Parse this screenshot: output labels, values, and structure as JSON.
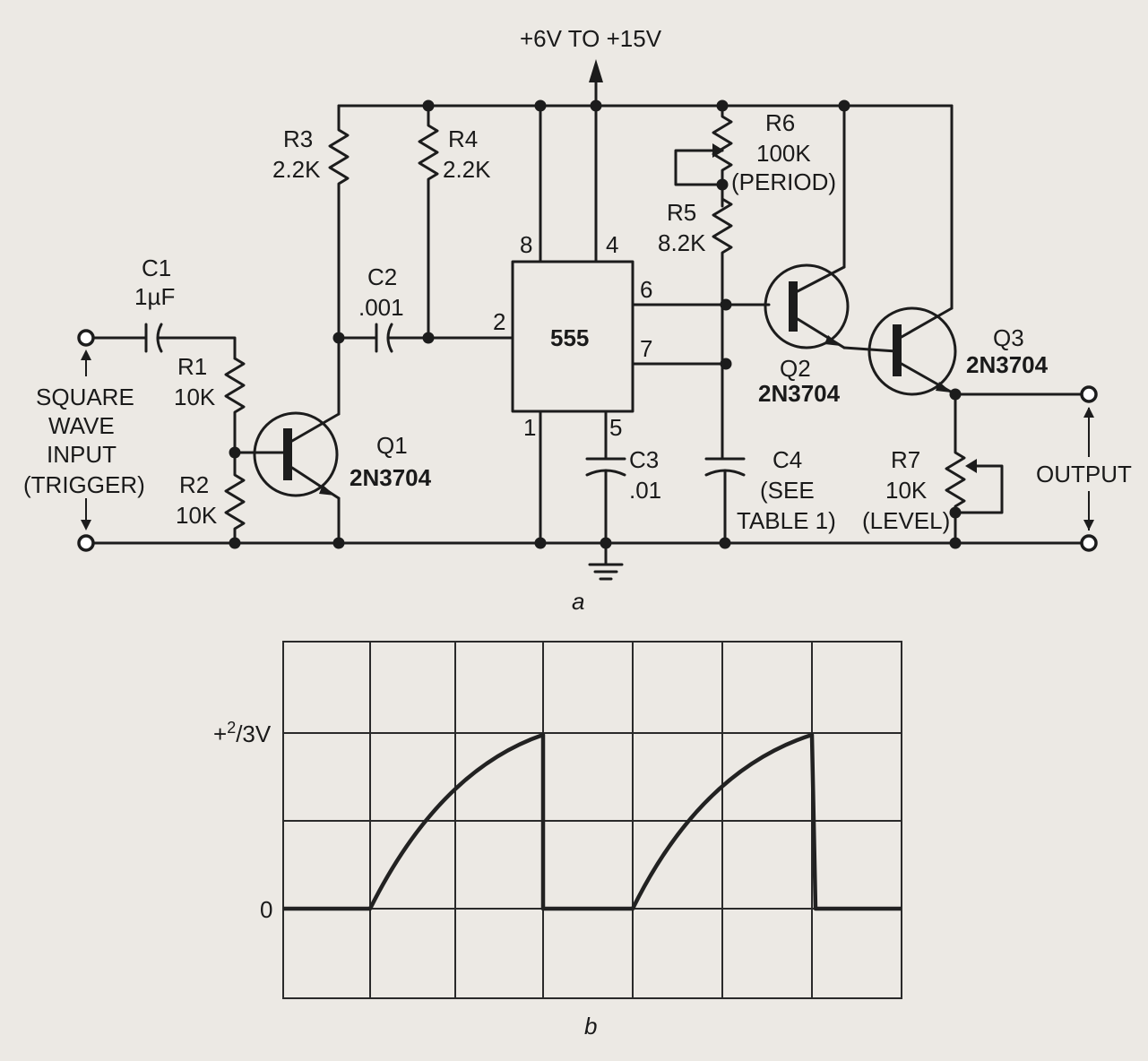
{
  "figure_a": {
    "supply": "+6V TO +15V",
    "caption": "a",
    "c1": {
      "name": "C1",
      "value": "1µF"
    },
    "c2": {
      "name": "C2",
      "value": ".001"
    },
    "c3": {
      "name": "C3",
      "value": ".01"
    },
    "c4": {
      "name": "C4",
      "value_l1": "(SEE",
      "value_l2": "TABLE 1)"
    },
    "r1": {
      "name": "R1",
      "value": "10K"
    },
    "r2": {
      "name": "R2",
      "value": "10K"
    },
    "r3": {
      "name": "R3",
      "value": "2.2K"
    },
    "r4": {
      "name": "R4",
      "value": "2.2K"
    },
    "r5": {
      "name": "R5",
      "value": "8.2K"
    },
    "r6": {
      "name": "R6",
      "value": "100K",
      "note": "(PERIOD)"
    },
    "r7": {
      "name": "R7",
      "value": "10K",
      "note": "(LEVEL)"
    },
    "q1": {
      "name": "Q1",
      "part": "2N3704"
    },
    "q2": {
      "name": "Q2",
      "part": "2N3704"
    },
    "q3": {
      "name": "Q3",
      "part": "2N3704"
    },
    "ic": {
      "name": "555",
      "pins": [
        "8",
        "4",
        "2",
        "6",
        "7",
        "1",
        "5"
      ]
    },
    "input_label": [
      "SQUARE",
      "WAVE",
      "INPUT",
      "(TRIGGER)"
    ],
    "output_label": "OUTPUT"
  },
  "figure_b": {
    "caption": "b",
    "y_label_top_prefix": "+",
    "y_label_top_sup": "2",
    "y_label_top_suffix": "/3V",
    "y_label_zero": "0"
  }
}
